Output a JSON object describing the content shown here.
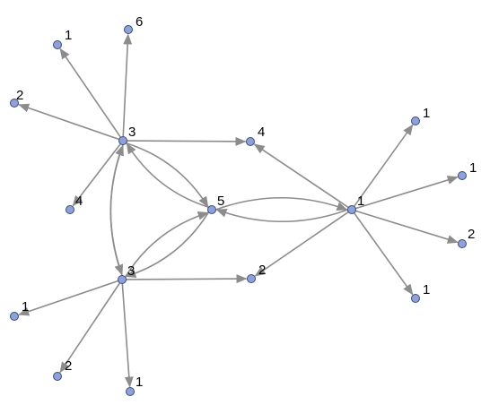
{
  "graph": {
    "colors": {
      "node_fill": "#8ea2d9",
      "node_stroke": "#3a4a7a",
      "edge": "#8c8c8c",
      "label": "#000000"
    },
    "nodes": [
      {
        "id": "a",
        "label": "3"
      },
      {
        "id": "b",
        "label": "3"
      },
      {
        "id": "c",
        "label": "5"
      },
      {
        "id": "d",
        "label": "1"
      },
      {
        "id": "e",
        "label": "1"
      },
      {
        "id": "f",
        "label": "6"
      },
      {
        "id": "g",
        "label": "2"
      },
      {
        "id": "h",
        "label": "4"
      },
      {
        "id": "i",
        "label": "4"
      },
      {
        "id": "j",
        "label": "2"
      },
      {
        "id": "k",
        "label": "1"
      },
      {
        "id": "l",
        "label": "2"
      },
      {
        "id": "m",
        "label": "1"
      },
      {
        "id": "n",
        "label": "1"
      },
      {
        "id": "o",
        "label": "1"
      },
      {
        "id": "p",
        "label": "2"
      },
      {
        "id": "q",
        "label": "1"
      }
    ],
    "edges": [
      {
        "from": "a",
        "to": "e"
      },
      {
        "from": "a",
        "to": "f"
      },
      {
        "from": "a",
        "to": "g"
      },
      {
        "from": "a",
        "to": "h"
      },
      {
        "from": "a",
        "to": "i"
      },
      {
        "from": "a",
        "to": "c",
        "curve": "left"
      },
      {
        "from": "c",
        "to": "a",
        "curve": "left"
      },
      {
        "from": "a",
        "to": "b",
        "curve": "right"
      },
      {
        "from": "b",
        "to": "a",
        "curve": "left"
      },
      {
        "from": "b",
        "to": "c",
        "curve": "left"
      },
      {
        "from": "c",
        "to": "b",
        "curve": "left"
      },
      {
        "from": "b",
        "to": "j"
      },
      {
        "from": "b",
        "to": "k"
      },
      {
        "from": "b",
        "to": "l"
      },
      {
        "from": "b",
        "to": "m"
      },
      {
        "from": "c",
        "to": "d",
        "curve": "left"
      },
      {
        "from": "d",
        "to": "c",
        "curve": "left"
      },
      {
        "from": "d",
        "to": "h"
      },
      {
        "from": "d",
        "to": "j"
      },
      {
        "from": "d",
        "to": "n"
      },
      {
        "from": "d",
        "to": "o"
      },
      {
        "from": "d",
        "to": "p"
      },
      {
        "from": "d",
        "to": "q"
      }
    ]
  }
}
